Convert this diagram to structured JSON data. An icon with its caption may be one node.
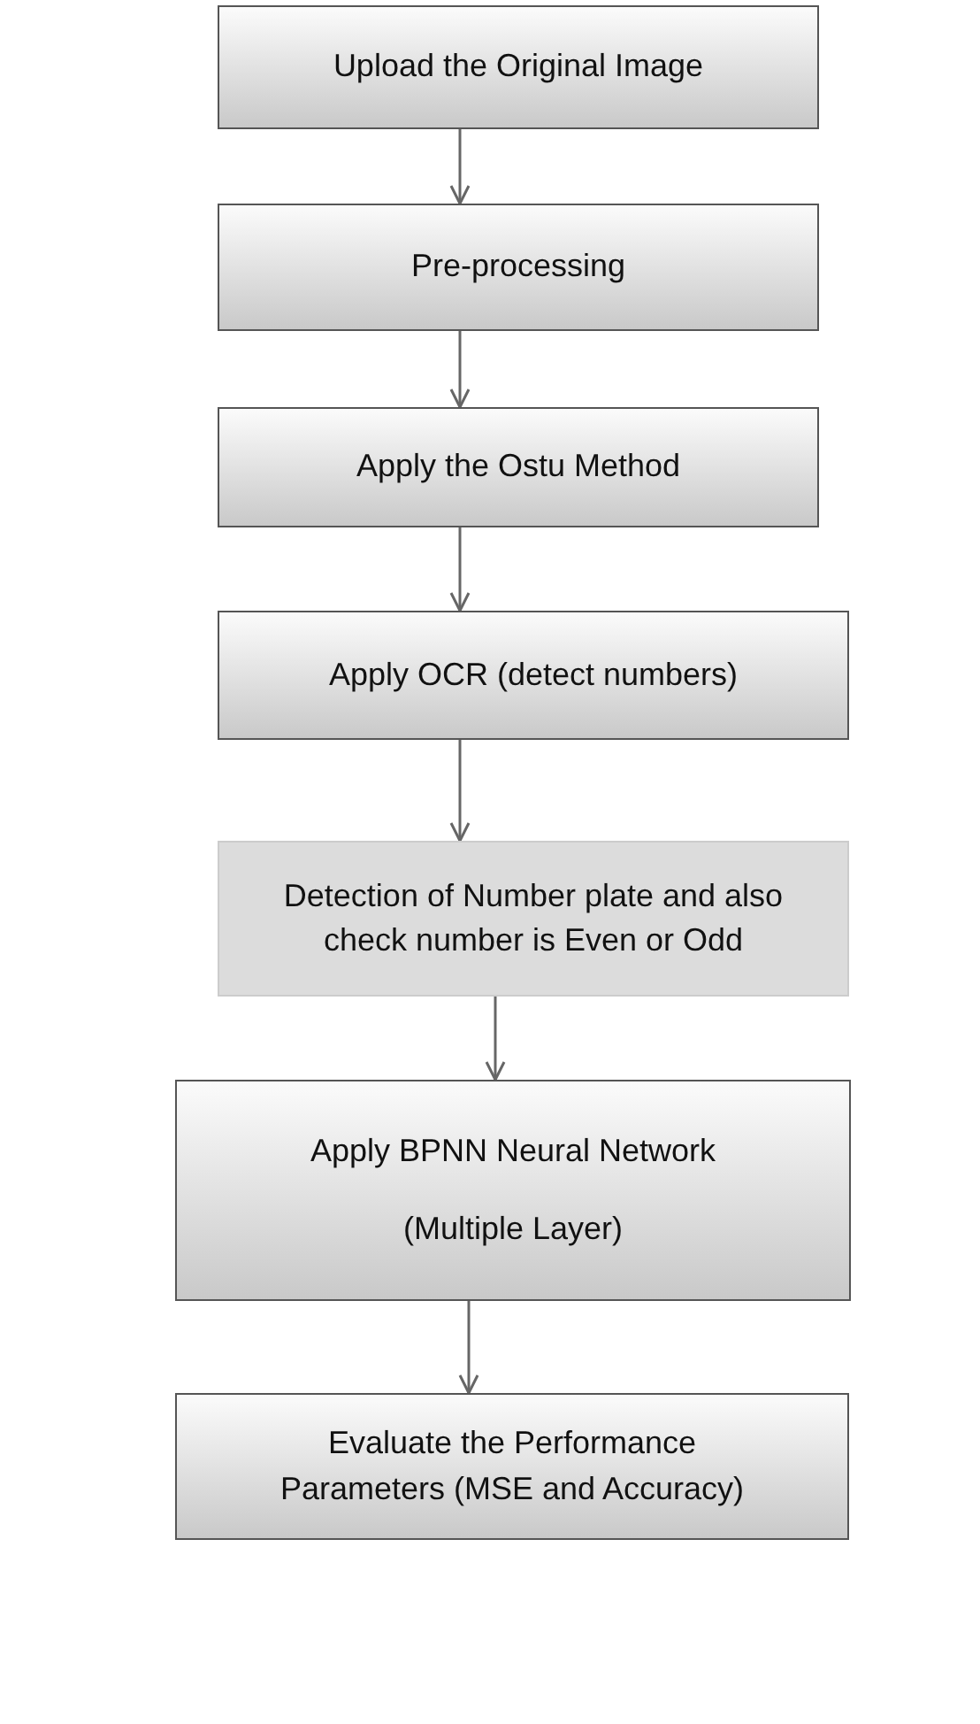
{
  "diagram": {
    "nodes": [
      {
        "text": [
          "Upload the Original Image"
        ]
      },
      {
        "text": [
          "Pre-processing"
        ]
      },
      {
        "text": [
          "Apply the Ostu Method"
        ]
      },
      {
        "text": [
          "Apply OCR (detect numbers)"
        ]
      },
      {
        "text": [
          "Detection of Number plate and also check number is Even or Odd"
        ]
      },
      {
        "text": [
          "Apply BPNN Neural Network",
          "(Multiple Layer)"
        ]
      },
      {
        "text": [
          "Evaluate the Performance Parameters (MSE and Accuracy)"
        ]
      }
    ],
    "edges": [
      {
        "from": 0,
        "to": 1,
        "arrow": "to"
      },
      {
        "from": 1,
        "to": 2,
        "arrow": "to"
      },
      {
        "from": 2,
        "to": 3,
        "arrow": "to"
      },
      {
        "from": 3,
        "to": 4,
        "arrow": "to"
      },
      {
        "from": 4,
        "to": 5,
        "arrow": "to"
      },
      {
        "from": 5,
        "to": 6,
        "arrow": "to"
      }
    ]
  }
}
